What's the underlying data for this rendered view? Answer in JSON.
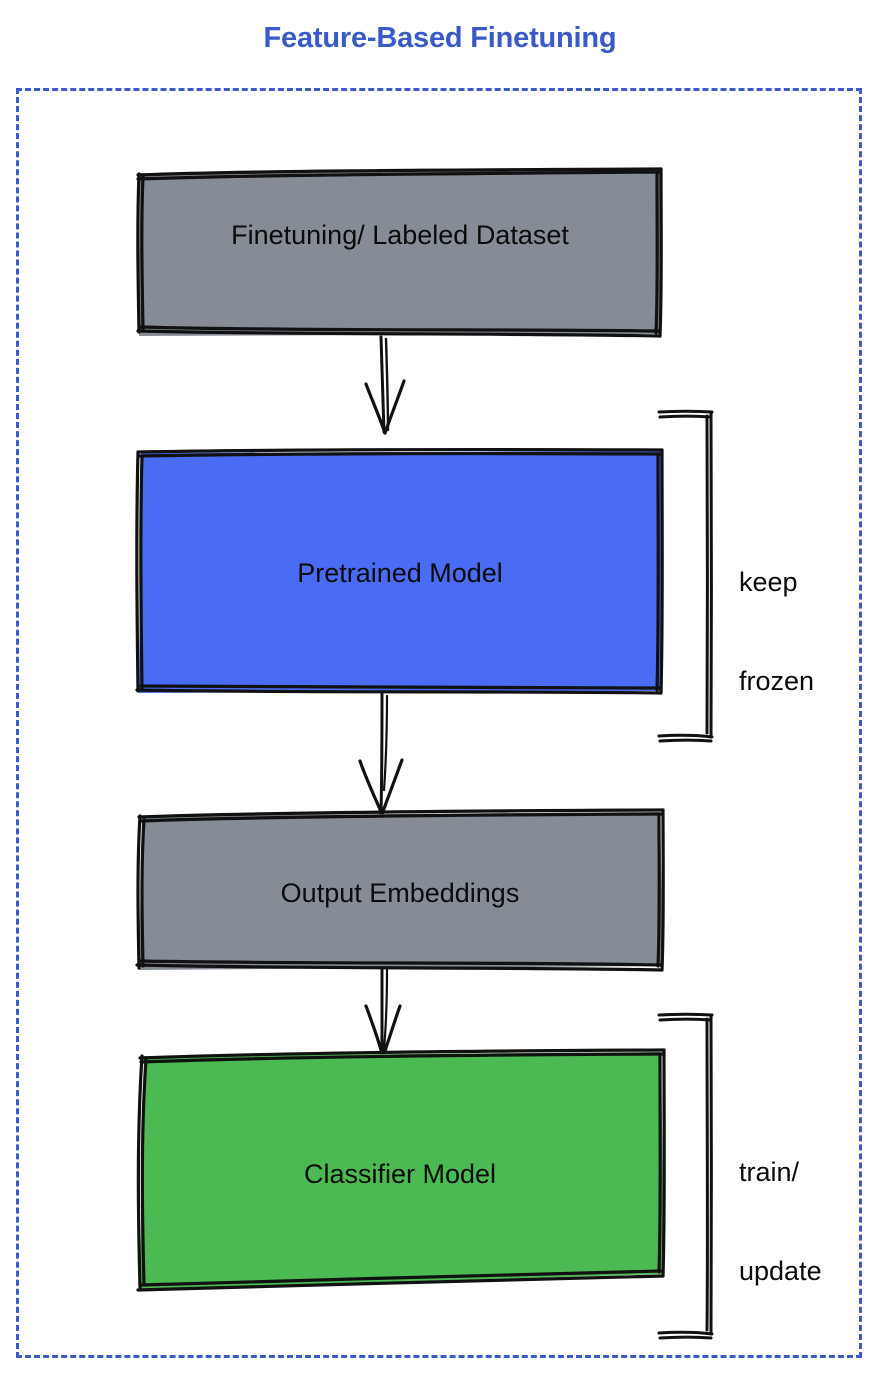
{
  "title": "Feature-Based Finetuning",
  "colors": {
    "title_blue": "#3a5ac7",
    "frame_blue": "#3d5bc8",
    "gray_box": "#868c96",
    "blue_box": "#4a6cf4",
    "green_box": "#4cba52",
    "stroke": "#111111",
    "text": "#0b0b0b"
  },
  "diagram": {
    "type": "flowchart",
    "nodes": [
      {
        "id": "dataset",
        "label": "Finetuning/ Labeled Dataset",
        "fill": "gray"
      },
      {
        "id": "pretrained",
        "label": "Pretrained Model",
        "fill": "blue"
      },
      {
        "id": "embeddings",
        "label": "Output Embeddings",
        "fill": "gray"
      },
      {
        "id": "classifier",
        "label": "Classifier Model",
        "fill": "green"
      }
    ],
    "edges": [
      {
        "from": "dataset",
        "to": "pretrained",
        "style": "arrow-down"
      },
      {
        "from": "pretrained",
        "to": "embeddings",
        "style": "arrow-down"
      },
      {
        "from": "embeddings",
        "to": "classifier",
        "style": "arrow-down"
      }
    ],
    "annotations": [
      {
        "id": "keep-frozen",
        "target": "pretrained",
        "line1": "keep",
        "line2": "frozen"
      },
      {
        "id": "train-update",
        "target": "classifier",
        "line1": "train/",
        "line2": "update"
      }
    ]
  }
}
